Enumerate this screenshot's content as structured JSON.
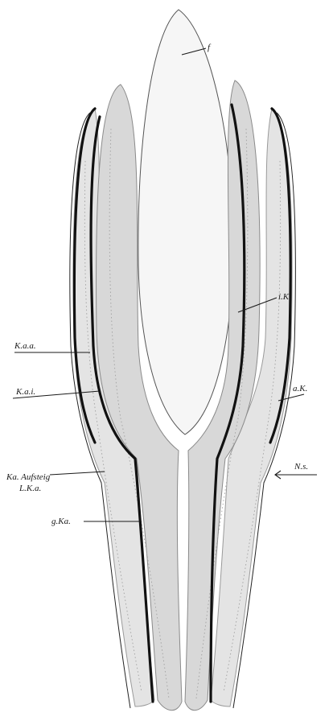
{
  "labels": {
    "f": "f",
    "iK": "i.K.",
    "Kaa": "K.a.a.",
    "Kai": "K.a.i.",
    "aK": "a.K.",
    "NS": "N.s.",
    "KaAufsteig": "Ka. Aufsteig",
    "LKa": "L.K.a.",
    "gKa": "g.Ka."
  },
  "colors": {
    "ink": "#111111",
    "tissue": "#e4e4e4",
    "background": "#ffffff"
  }
}
